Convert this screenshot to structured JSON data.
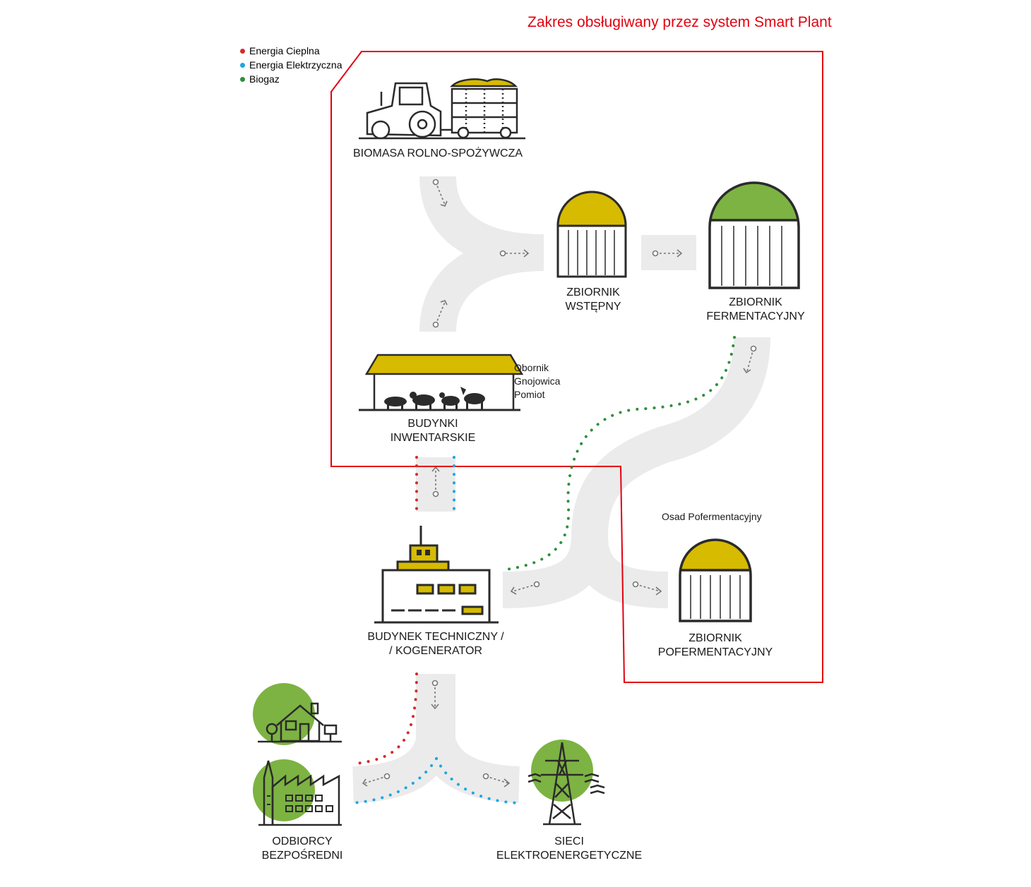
{
  "title": "Zakres obsługiwany przez system Smart Plant",
  "legend": [
    {
      "label": "Energia Cieplna",
      "color": "#d42a2a"
    },
    {
      "label": "Energia Elektrzyczna",
      "color": "#1ba7e2"
    },
    {
      "label": "Biogaz",
      "color": "#2f8f3c"
    }
  ],
  "colors": {
    "scope_border": "#e3000f",
    "accent_yellow": "#d6bb00",
    "accent_green": "#7db342",
    "flow": "#ebebeb",
    "icon": "#2b2b2b"
  },
  "nodes": {
    "biomass": {
      "line1": "BIOMASA ROLNO-SPOŻYWCZA",
      "icon": "tractor-icon"
    },
    "pre_tank": {
      "line1": "ZBIORNIK",
      "line2": "WSTĘPNY",
      "icon": "tank-icon"
    },
    "fermentation_tank": {
      "line1": "ZBIORNIK",
      "line2": "FERMENTACYJNY",
      "icon": "tank-icon"
    },
    "livestock": {
      "line1": "BUDYNKI",
      "line2": "INWENTARSKIE",
      "icon": "barn-icon"
    },
    "technical": {
      "line1": "BUDYNEK TECHNICZNY /",
      "line2": "/ KOGENERATOR",
      "icon": "factory-icon"
    },
    "post_tank": {
      "line1": "ZBIORNIK",
      "line2": "POFERMENTACYJNY",
      "icon": "tank-icon"
    },
    "consumers": {
      "line1": "ODBIORCY",
      "line2": "BEZPOŚREDNI",
      "icon": "house-factory-icon"
    },
    "grid": {
      "line1": "SIECI",
      "line2": "ELEKTROENERGETYCZNE",
      "icon": "power-pylon-icon"
    }
  },
  "notes": {
    "manure": [
      "Obornik",
      "Gnojowica",
      "Pomiot"
    ],
    "digestate": "Osad Pofermentacyjny"
  }
}
